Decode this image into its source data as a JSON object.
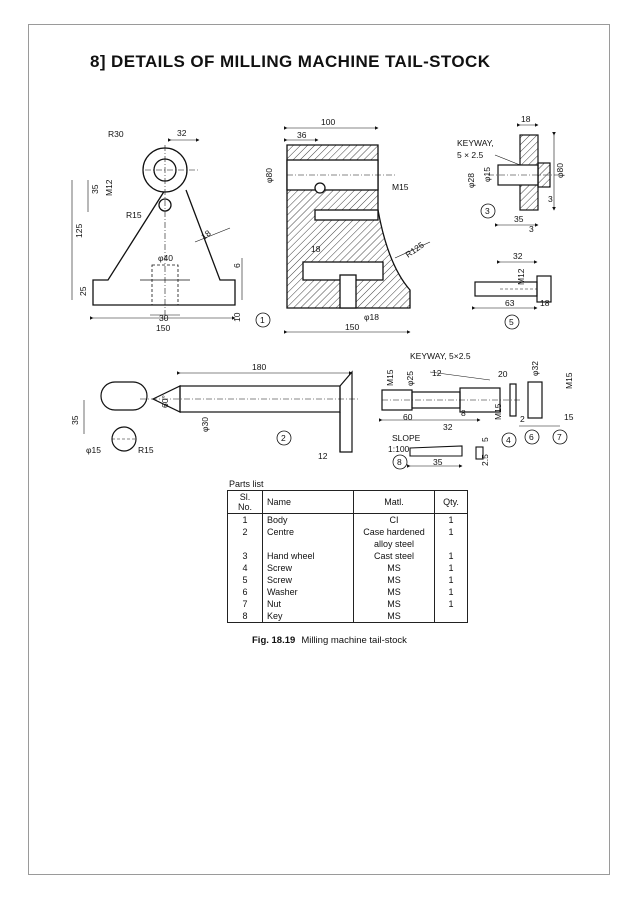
{
  "page": {
    "title": "8] DETAILS OF MILLING MACHINE TAIL-STOCK"
  },
  "drawing": {
    "body_dims": [
      "R30",
      "32",
      "35",
      "M12",
      "R15",
      "125",
      "18",
      "φ40",
      "6",
      "25",
      "30",
      "10",
      "150",
      "1"
    ],
    "body_side_dims": [
      "100",
      "36",
      "φ80",
      "M15",
      "18",
      "R125",
      "φ18",
      "150"
    ],
    "handwheel_dims": [
      "KEYWAY,",
      "5 × 2.5",
      "18",
      "φ28",
      "φ15",
      "φ80",
      "3",
      "35",
      "3"
    ],
    "screw5_dims": [
      "32",
      "M12",
      "63",
      "18",
      "5"
    ],
    "centre_dims": [
      "180",
      "35",
      "φ30",
      "φ15",
      "R15",
      "φ30",
      "12",
      "2"
    ],
    "screw4_dims": [
      "KEYWAY, 5×2.5",
      "M15",
      "φ25",
      "12",
      "20",
      "60",
      "8",
      "M15",
      "32",
      "4"
    ],
    "nut_washer_dims": [
      "φ32",
      "M15",
      "2",
      "15",
      "6",
      "7"
    ],
    "key_dims": [
      "SLOPE",
      "1:100",
      "35",
      "5",
      "2.5",
      "8"
    ]
  },
  "parts_list": {
    "title": "Parts list",
    "headers": [
      "Sl. No.",
      "Name",
      "Matl.",
      "Qty."
    ],
    "rows": [
      {
        "no": "1",
        "name": "Body",
        "matl": "CI",
        "qty": "1"
      },
      {
        "no": "2",
        "name": "Centre",
        "matl": "Case hardened",
        "qty": "1"
      },
      {
        "no": "",
        "name": "",
        "matl": "alloy steel",
        "qty": ""
      },
      {
        "no": "3",
        "name": "Hand wheel",
        "matl": "Cast steel",
        "qty": "1"
      },
      {
        "no": "4",
        "name": "Screw",
        "matl": "MS",
        "qty": "1"
      },
      {
        "no": "5",
        "name": "Screw",
        "matl": "MS",
        "qty": "1"
      },
      {
        "no": "6",
        "name": "Washer",
        "matl": "MS",
        "qty": "1"
      },
      {
        "no": "7",
        "name": "Nut",
        "matl": "MS",
        "qty": "1"
      },
      {
        "no": "8",
        "name": "Key",
        "matl": "MS",
        "qty": ""
      }
    ]
  },
  "caption": {
    "label": "Fig. 18.19",
    "text": "Milling machine tail-stock"
  }
}
